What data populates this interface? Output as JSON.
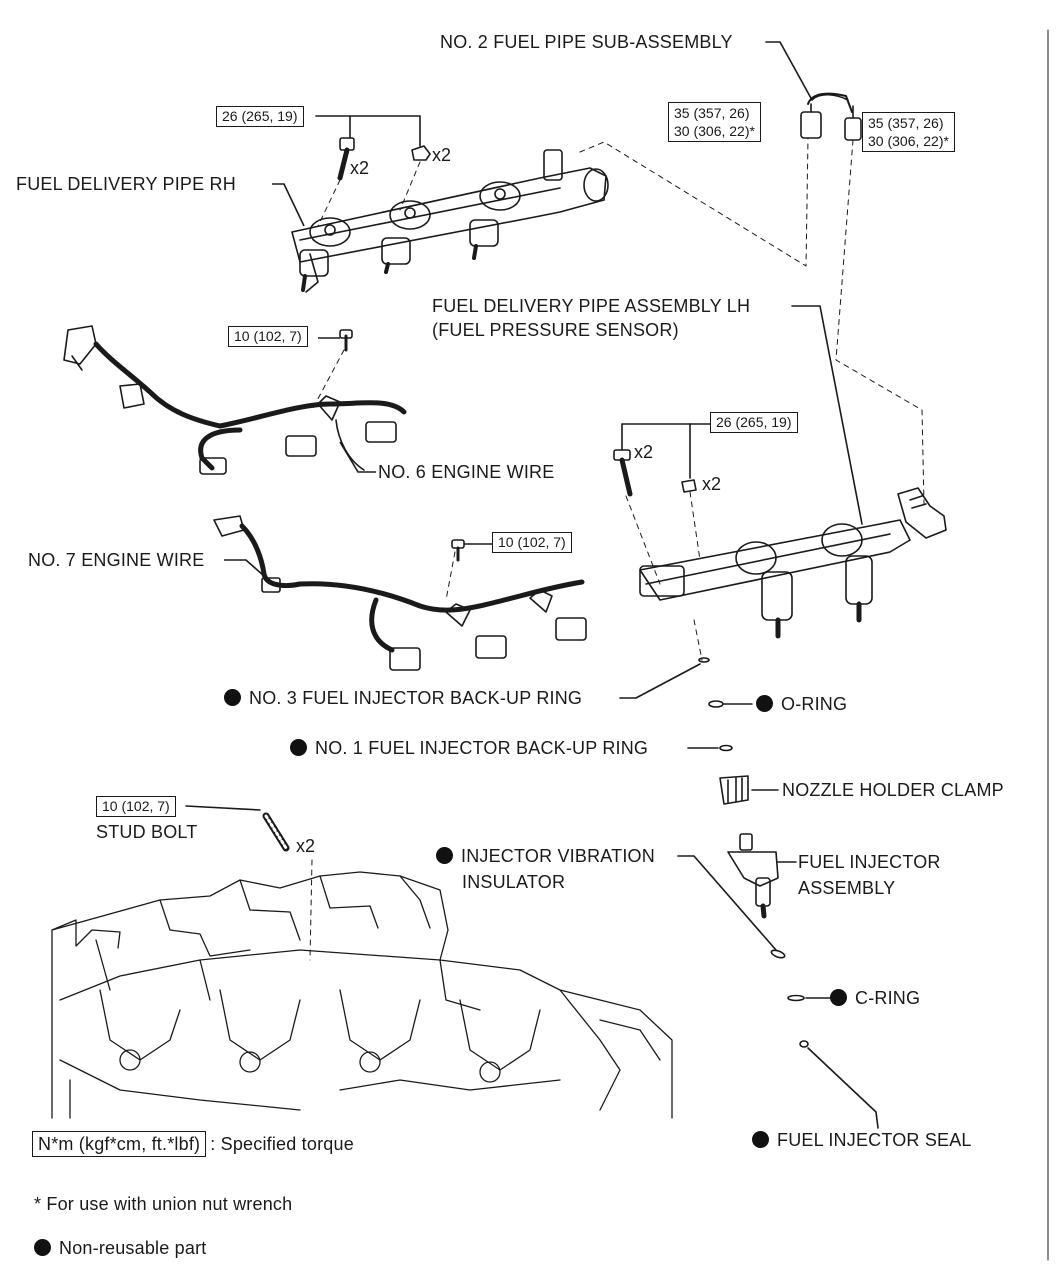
{
  "labels": {
    "no2_fuel_pipe": "NO. 2 FUEL PIPE SUB-ASSEMBLY",
    "fuel_delivery_pipe_rh": "FUEL DELIVERY PIPE RH",
    "fuel_delivery_pipe_lh_1": "FUEL DELIVERY PIPE ASSEMBLY LH",
    "fuel_delivery_pipe_lh_2": "(FUEL PRESSURE SENSOR)",
    "no6_engine_wire": "NO. 6 ENGINE WIRE",
    "no7_engine_wire": "NO. 7 ENGINE WIRE",
    "no3_backup_ring": "NO. 3 FUEL INJECTOR BACK-UP RING",
    "o_ring": "O-RING",
    "no1_backup_ring": "NO. 1 FUEL INJECTOR BACK-UP RING",
    "nozzle_holder_clamp": "NOZZLE HOLDER CLAMP",
    "stud_bolt": "STUD BOLT",
    "injector_vibration_1": "INJECTOR VIBRATION",
    "injector_vibration_2": "INSULATOR",
    "fuel_injector_1": "FUEL INJECTOR",
    "fuel_injector_2": "ASSEMBLY",
    "c_ring": "C-RING",
    "fuel_injector_seal": "FUEL INJECTOR SEAL"
  },
  "torques": {
    "rh_bolts": "26 (265, 19)",
    "pipe_left_1": "35 (357, 26)",
    "pipe_left_2": "30 (306, 22)*",
    "pipe_right_1": "35 (357, 26)",
    "pipe_right_2": "30 (306, 22)*",
    "no6_bolt": "10 (102, 7)",
    "lh_bolts": "26 (265, 19)",
    "no7_bolt": "10 (102, 7)",
    "stud_bolt": "10 (102, 7)"
  },
  "quantities": {
    "rh_bolt": "x2",
    "rh_nut": "x2",
    "lh_bolt": "x2",
    "lh_nut": "x2",
    "stud": "x2"
  },
  "legend": {
    "torque_format": "N*m (kgf*cm, ft.*lbf)",
    "torque_desc": ": Specified torque",
    "asterisk_note": "* For use with union nut wrench",
    "non_reusable": "Non-reusable part"
  }
}
